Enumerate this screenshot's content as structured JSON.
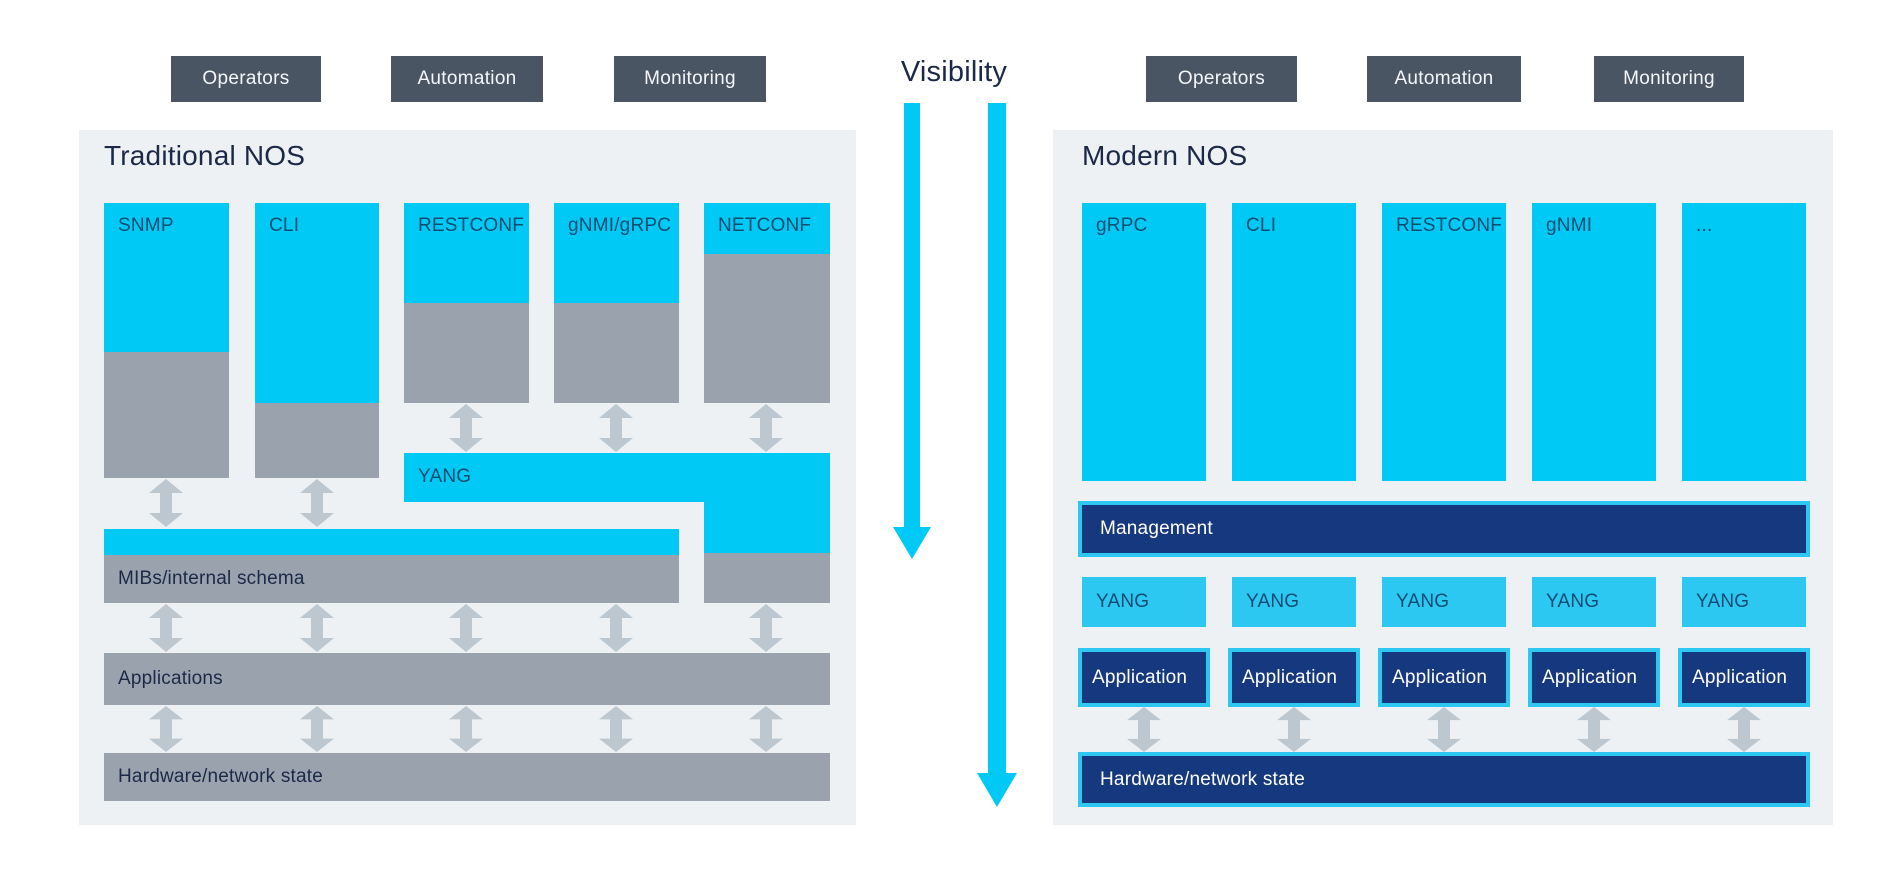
{
  "visibility_label": "Visibility",
  "top_boxes_left": [
    "Operators",
    "Automation",
    "Monitoring"
  ],
  "top_boxes_right": [
    "Operators",
    "Automation",
    "Monitoring"
  ],
  "left_panel": {
    "title": "Traditional NOS",
    "columns": [
      {
        "label": "SNMP"
      },
      {
        "label": "CLI"
      },
      {
        "label": "RESTCONF"
      },
      {
        "label": "gNMI/gRPC"
      },
      {
        "label": "NETCONF"
      }
    ],
    "yang_label": "YANG",
    "mibs_label": "MIBs/internal schema",
    "applications_label": "Applications",
    "hardware_label": "Hardware/network state"
  },
  "right_panel": {
    "title": "Modern NOS",
    "columns": [
      {
        "label": "gRPC"
      },
      {
        "label": "CLI"
      },
      {
        "label": "RESTCONF"
      },
      {
        "label": "gNMI"
      },
      {
        "label": "..."
      }
    ],
    "management_label": "Management",
    "yang_labels": [
      "YANG",
      "YANG",
      "YANG",
      "YANG",
      "YANG"
    ],
    "application_labels": [
      "Application",
      "Application",
      "Application",
      "Application",
      "Application"
    ],
    "hardware_label": "Hardware/network state"
  },
  "colors": {
    "cyan": "#00c9f5",
    "cyan_soft": "#2cc8f2",
    "navy": "#16387e",
    "slate": "#495563",
    "gray_block": "#9aa3ad",
    "arrow_gray": "#bcc7cf",
    "panel_bg": "#edf1f4",
    "text_dark": "#1b2947"
  }
}
